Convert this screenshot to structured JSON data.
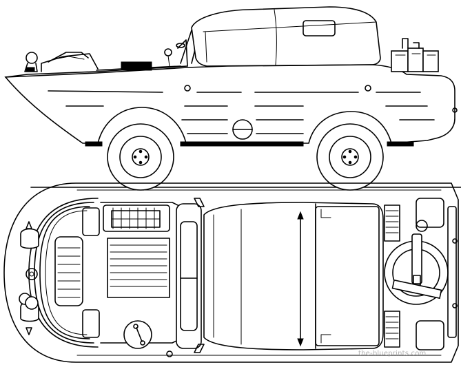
{
  "drawing": {
    "subject": "amphibious vehicle blueprint",
    "views": [
      "side-view",
      "top-view"
    ],
    "line_color": "#000000",
    "background_color": "#ffffff"
  },
  "watermark": {
    "text": "the-blueprints.com",
    "color": "#b5b5b5"
  }
}
